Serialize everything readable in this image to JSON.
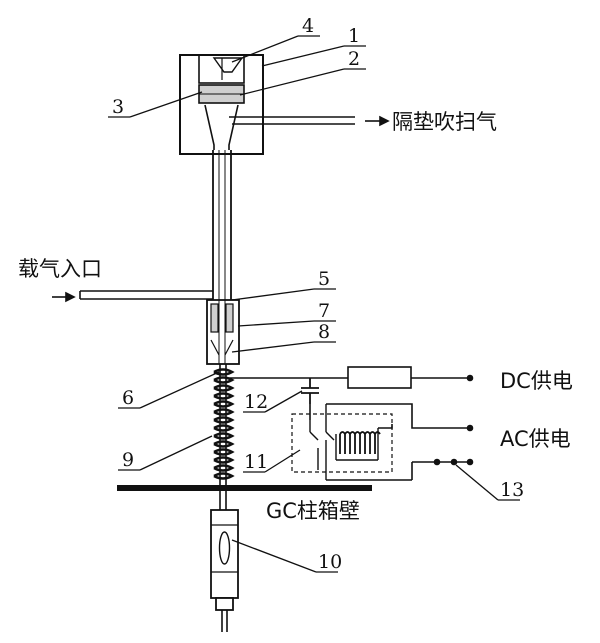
{
  "labels": {
    "septum_purge": "隔垫吹扫气",
    "carrier_gas_inlet": "载气入口",
    "dc_power": "DC供电",
    "ac_power": "AC供电",
    "gc_oven_wall": "GC柱箱壁"
  },
  "part_numbers": [
    "1",
    "2",
    "3",
    "4",
    "5",
    "6",
    "7",
    "8",
    "9",
    "10",
    "11",
    "12",
    "13"
  ]
}
